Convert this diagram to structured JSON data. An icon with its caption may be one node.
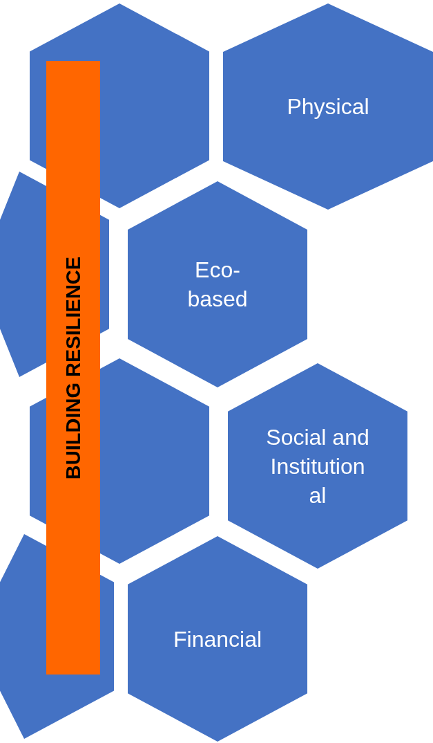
{
  "diagram": {
    "nodes": [
      {
        "text": [],
        "shape": "hexagon"
      },
      {
        "text": [
          "Physical"
        ]
      },
      {
        "text": [
          "BUILDING RESILIENCE"
        ]
      },
      {
        "text": [],
        "shape": "hexagon"
      },
      {
        "text": [
          "Eco-based"
        ]
      },
      {
        "text": [],
        "shape": "hexagon"
      },
      {
        "text": [
          "Social and Institution al"
        ]
      },
      {
        "text": [],
        "shape": "hexagon"
      },
      {
        "text": [
          "Financial"
        ]
      }
    ]
  }
}
